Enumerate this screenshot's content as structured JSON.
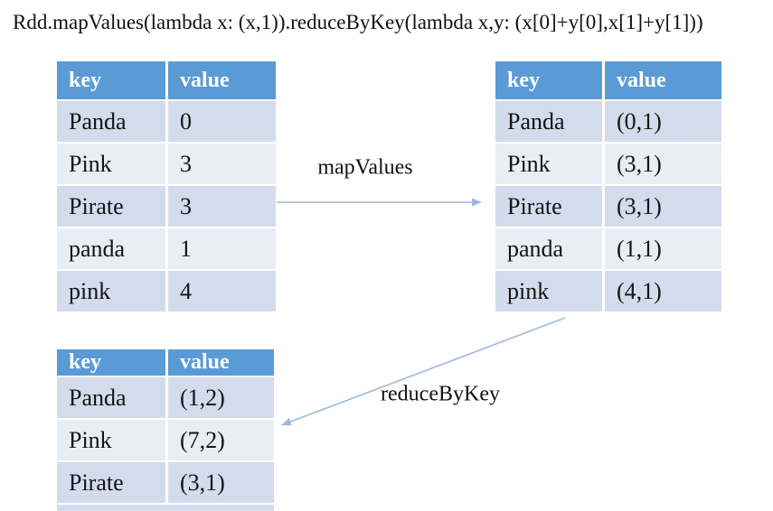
{
  "title": "Rdd.mapValues(lambda x: (x,1)).reduceByKey(lambda x,y: (x[0]+y[0],x[1]+y[1]))",
  "colors": {
    "header_bg": "#5B9BD5",
    "header_text": "#FFFFFF",
    "row_dark": "#D3DCEC",
    "row_light": "#E9EDF4",
    "arrow": "#9DB9DC",
    "text": "#141414"
  },
  "tables": [
    {
      "id": "source-table",
      "headers": [
        "key",
        "value"
      ],
      "rows": [
        [
          "Panda",
          "0"
        ],
        [
          "Pink",
          "3"
        ],
        [
          "Pirate",
          "3"
        ],
        [
          "panda",
          "1"
        ],
        [
          "pink",
          "4"
        ]
      ]
    },
    {
      "id": "mapped-table",
      "headers": [
        "key",
        "value"
      ],
      "rows": [
        [
          "Panda",
          "(0,1)"
        ],
        [
          "Pink",
          "(3,1)"
        ],
        [
          "Pirate",
          "(3,1)"
        ],
        [
          "panda",
          "(1,1)"
        ],
        [
          "pink",
          "(4,1)"
        ]
      ]
    },
    {
      "id": "reduced-table",
      "headers": [
        "key",
        "value"
      ],
      "rows": [
        [
          "Panda",
          "(1,2)"
        ],
        [
          "Pink",
          "(7,2)"
        ],
        [
          "Pirate",
          "(3,1)"
        ]
      ]
    }
  ],
  "arrows": [
    {
      "id": "mapvalues-arrow",
      "label": "mapValues"
    },
    {
      "id": "reducebykey-arrow",
      "label": "reduceByKey"
    }
  ]
}
